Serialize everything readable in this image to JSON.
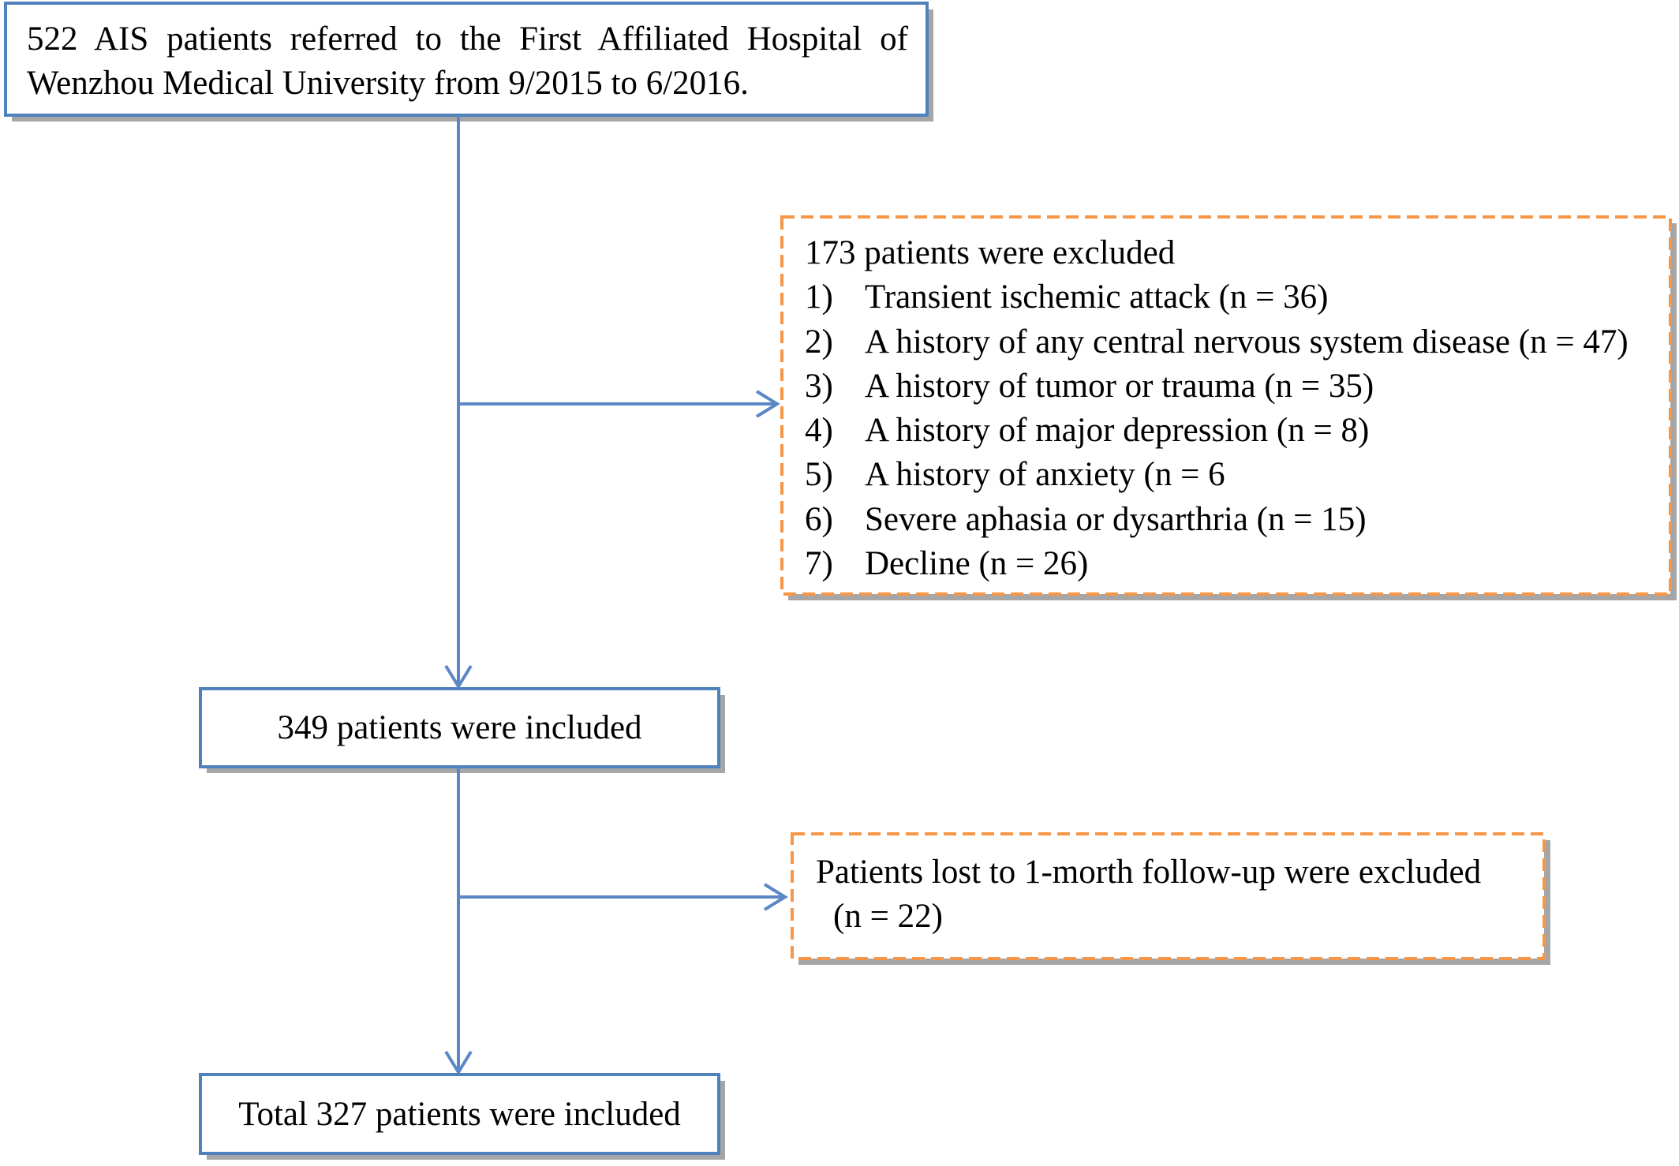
{
  "nodes": {
    "source": {
      "line1": "522 AIS patients referred to the First Affiliated Hospital of",
      "line2": "Wenzhou Medical University from 9/2015 to 6/2016."
    },
    "exclusion1": {
      "title": "173 patients were excluded",
      "items": [
        {
          "num": "1)",
          "text": "Transient ischemic attack (n = 36)"
        },
        {
          "num": "2)",
          "text": "A history of any central nervous system disease (n = 47)"
        },
        {
          "num": "3)",
          "text": "A history of tumor or trauma (n = 35)"
        },
        {
          "num": "4)",
          "text": "A history of major depression (n = 8)"
        },
        {
          "num": "5)",
          "text": "A history of anxiety (n = 6"
        },
        {
          "num": "6)",
          "text": "Severe aphasia or dysarthria (n = 15)"
        },
        {
          "num": "7)",
          "text": "Decline (n = 26)"
        }
      ]
    },
    "included": {
      "label": "349 patients were included"
    },
    "exclusion2": {
      "line1": "Patients lost to 1-morth follow-up were excluded",
      "line2": "(n = 22)"
    },
    "total": {
      "label": "Total 327 patients were included"
    }
  },
  "colors": {
    "box_border": "#4f81bd",
    "connector": "#5b87c5",
    "exclusion_border": "#f79646",
    "shadow": "#a6a6a6"
  }
}
